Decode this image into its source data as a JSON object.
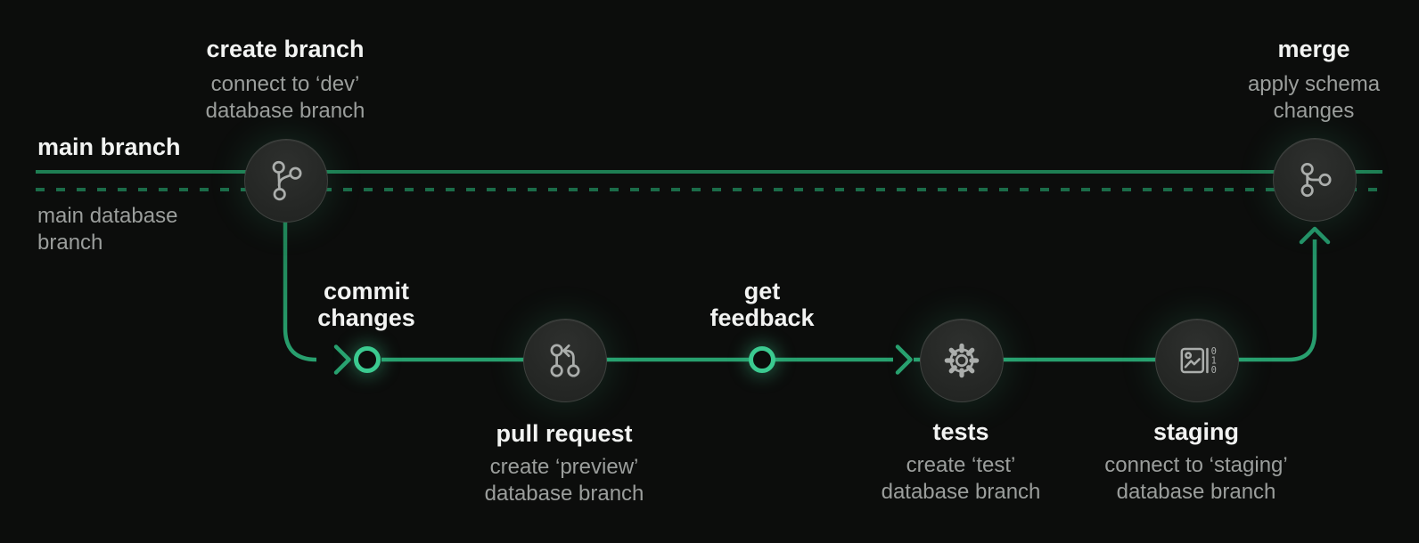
{
  "diagram": {
    "lanes": {
      "main_branch_label": "main branch",
      "main_database_label_line1": "main database",
      "main_database_label_line2": "branch"
    },
    "steps": {
      "create_branch": {
        "title": "create branch",
        "subtitle_line1": "connect to ‘dev’",
        "subtitle_line2": "database branch",
        "icon": "git-branch-icon"
      },
      "commit_changes": {
        "title_line1": "commit",
        "title_line2": "changes",
        "icon": "ring-marker"
      },
      "pull_request": {
        "title": "pull request",
        "subtitle_line1": "create ‘preview’",
        "subtitle_line2": "database branch",
        "icon": "pull-request-icon"
      },
      "get_feedback": {
        "title_line1": "get",
        "title_line2": "feedback",
        "icon": "ring-marker"
      },
      "tests": {
        "title": "tests",
        "subtitle_line1": "create ‘test’",
        "subtitle_line2": "database branch",
        "icon": "gear-icon"
      },
      "staging": {
        "title": "staging",
        "subtitle_line1": "connect to ‘staging’",
        "subtitle_line2": "database branch",
        "icon": "image-data-icon"
      },
      "merge": {
        "title": "merge",
        "subtitle_line1": "apply schema",
        "subtitle_line2": "changes",
        "icon": "git-merge-icon"
      }
    },
    "staging_icon_digits": [
      "0",
      "1",
      "0"
    ],
    "colors": {
      "background": "#0c0d0c",
      "main_branch_line": "#1e7e53",
      "main_database_line": "#1b6c49",
      "dev_branch_line": "#28a06f",
      "arrow_green": "#239167",
      "ring_accent": "#3bca90",
      "title_text": "#f2f3f2",
      "subtitle_text": "#9b9e9c",
      "icon_stroke": "#abaeac",
      "node_fill": "#262826",
      "node_border": "#3e423f"
    }
  }
}
